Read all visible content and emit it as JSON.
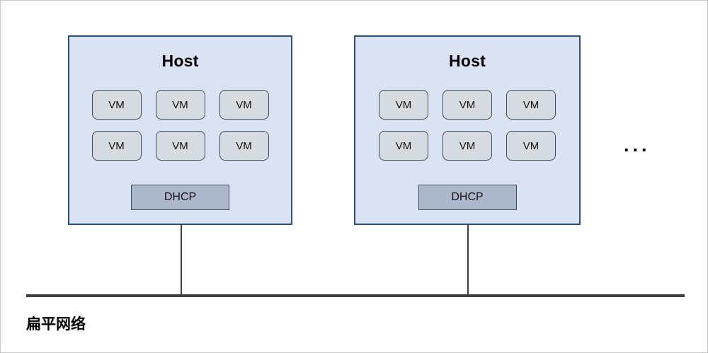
{
  "diagram": {
    "title": "扁平网络",
    "network_label": "扁平网络",
    "ellipsis": "...",
    "colors": {
      "host_fill": "#dae2f3",
      "host_border": "#2f4f7f",
      "vm_fill": "#d6dbe0",
      "vm_border": "#3b4a5c",
      "dhcp_fill": "#aeb8cc",
      "dhcp_border": "#3b4a5c",
      "line": "#3f3f3f",
      "canvas_border": "#c8c8c8"
    },
    "hosts": [
      {
        "title": "Host",
        "vm_rows": [
          [
            "VM",
            "VM",
            "VM"
          ],
          [
            "VM",
            "VM",
            "VM"
          ]
        ],
        "dhcp": "DHCP"
      },
      {
        "title": "Host",
        "vm_rows": [
          [
            "VM",
            "VM",
            "VM"
          ],
          [
            "VM",
            "VM",
            "VM"
          ]
        ],
        "dhcp": "DHCP"
      }
    ]
  }
}
